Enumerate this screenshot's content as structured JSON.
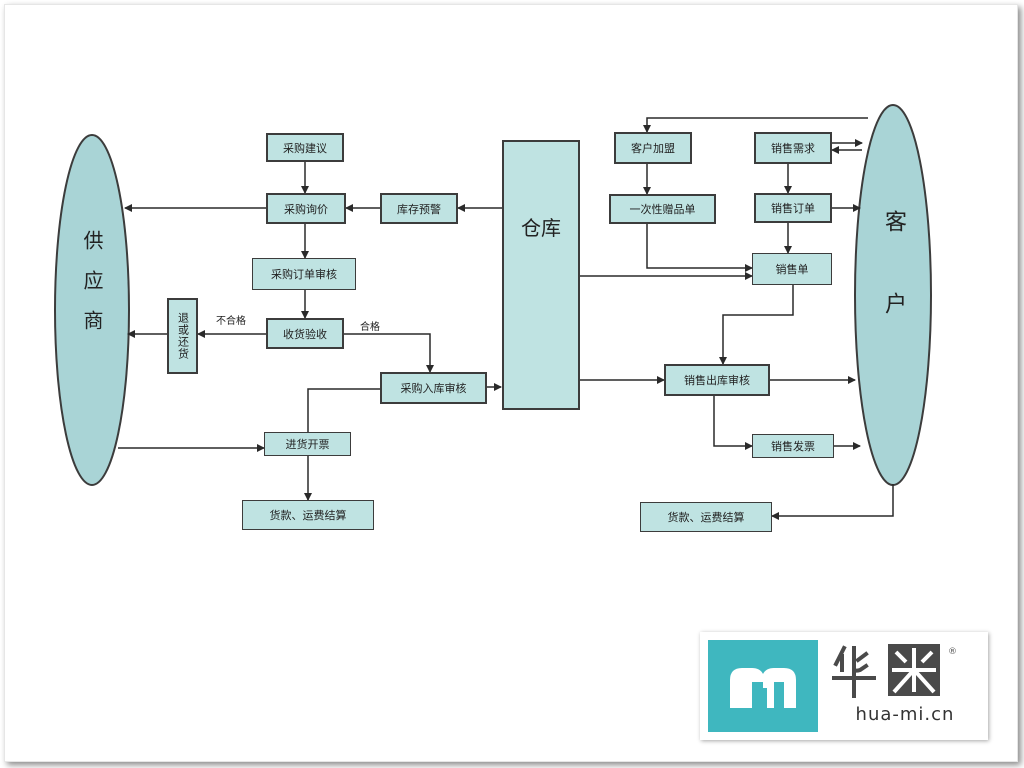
{
  "nodes": {
    "supplier": "供应商",
    "customer": "客户",
    "warehouse": "仓库",
    "purchase_suggestion": "采购建议",
    "purchase_inquiry": "采购询价",
    "stock_alert": "库存预警",
    "po_review": "采购订单审核",
    "return_goods": "退或还货",
    "receiving_inspection": "收货验收",
    "purchase_inbound_review": "采购入库审核",
    "purchase_invoice": "进货开票",
    "purchase_settlement": "货款、运费结算",
    "customer_addition": "客户加盟",
    "one_time_gift": "一次性赠品单",
    "sales_demand": "销售需求",
    "sales_order": "销售订单",
    "sales_slip": "销售单",
    "sales_outbound_review": "销售出库审核",
    "sales_invoice": "销售发票",
    "sales_settlement": "货款、运费结算"
  },
  "labels": {
    "unqualified": "不合格",
    "qualified": "合格"
  },
  "logo": {
    "brand_cn": "华米",
    "url": "hua-mi.cn",
    "mark": "®"
  },
  "colors": {
    "fill": "#bfe3e2",
    "ellipse": "#a9d4d6",
    "stroke": "#3c3c3c",
    "logo": "#3fb7bf"
  }
}
